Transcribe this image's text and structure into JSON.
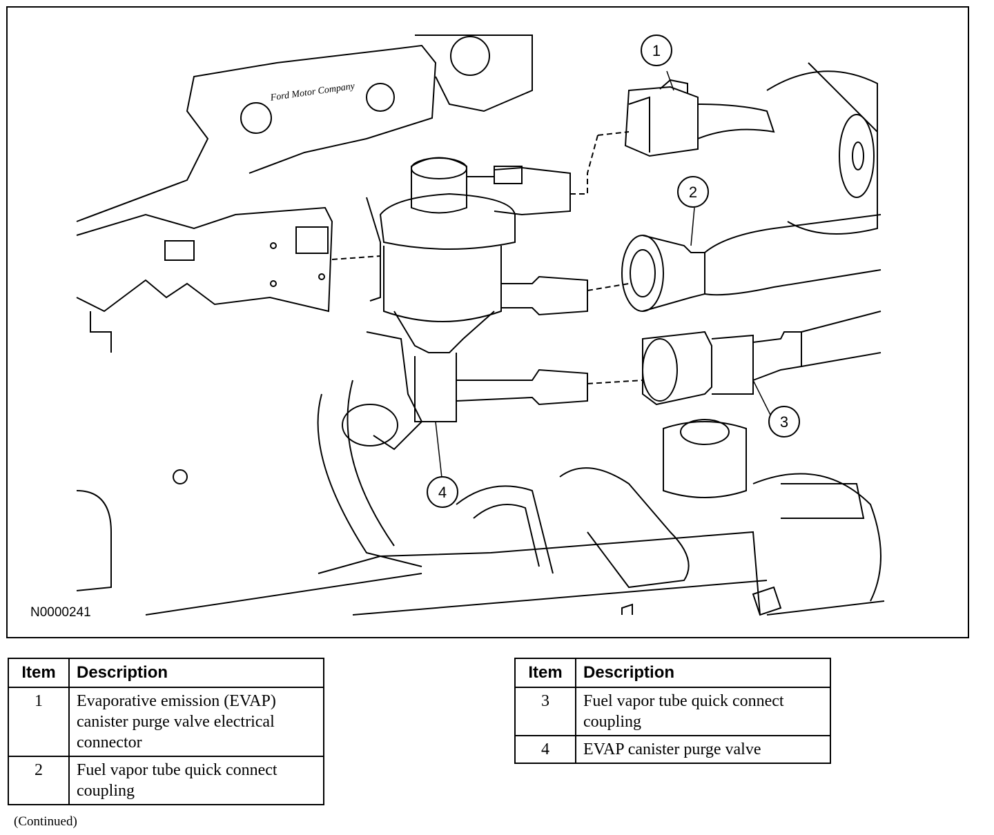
{
  "figure": {
    "id_label": "N0000241",
    "brand_script": "Ford Motor Company",
    "callouts": [
      "1",
      "2",
      "3",
      "4"
    ]
  },
  "legend_tables": [
    {
      "headers": {
        "item": "Item",
        "description": "Description"
      },
      "rows": [
        {
          "item": "1",
          "description": "Evaporative emission (EVAP) canister purge valve electrical connector"
        },
        {
          "item": "2",
          "description": "Fuel vapor tube quick connect coupling"
        }
      ]
    },
    {
      "headers": {
        "item": "Item",
        "description": "Description"
      },
      "rows": [
        {
          "item": "3",
          "description": "Fuel vapor tube quick connect coupling"
        },
        {
          "item": "4",
          "description": "EVAP canister purge valve"
        }
      ]
    }
  ],
  "footer": {
    "continued": "(Continued)"
  }
}
